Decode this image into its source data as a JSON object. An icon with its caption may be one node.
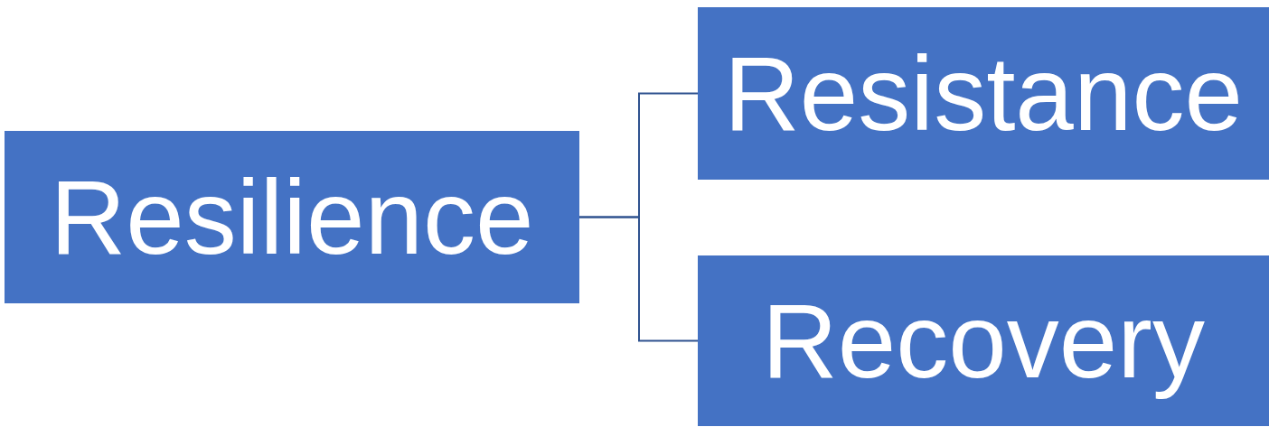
{
  "diagram": {
    "nodes": [
      {
        "text": [
          "Resilience"
        ]
      },
      {
        "text": [
          "Resistance"
        ]
      },
      {
        "text": [
          "Recovery"
        ]
      }
    ],
    "edges": [
      {
        "from": 0,
        "to": 1,
        "arrow": "none"
      },
      {
        "from": 0,
        "to": 2,
        "arrow": "none"
      }
    ]
  }
}
